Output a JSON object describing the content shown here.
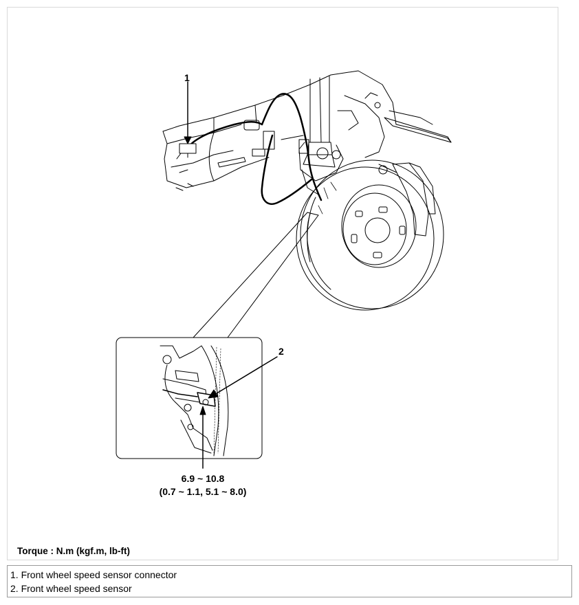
{
  "callouts": {
    "connector": "1",
    "sensor": "2"
  },
  "torque": {
    "primary": "6.9 ~ 10.8",
    "secondary": "(0.7 ~ 1.1, 5.1 ~ 8.0)",
    "units_note": "Torque : N.m (kgf.m, lb-ft)"
  },
  "legend": [
    "1. Front wheel speed sensor connector",
    "2. Front wheel speed sensor"
  ]
}
